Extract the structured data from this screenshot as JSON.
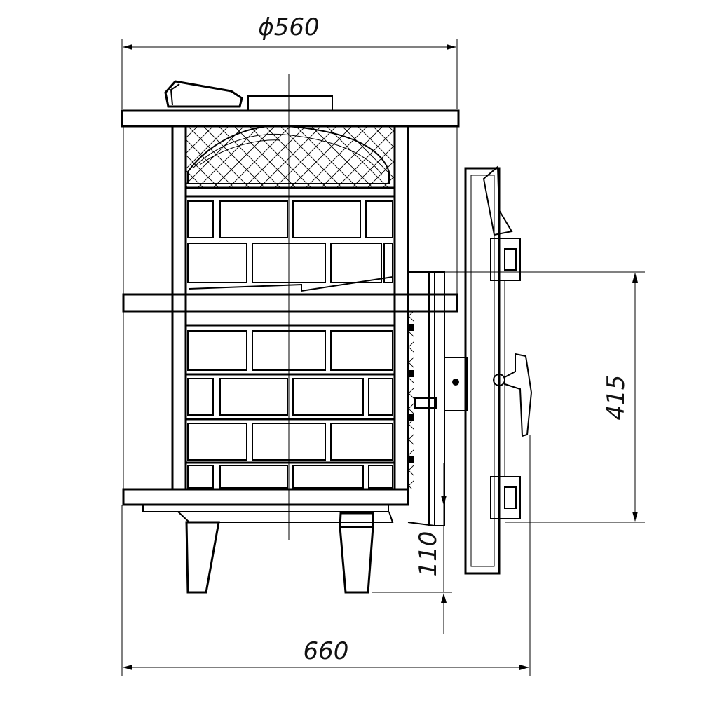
{
  "drawing": {
    "dimensions": {
      "diameter": "ϕ560",
      "width": "660",
      "door_height": "415",
      "leg_height": "110"
    }
  }
}
